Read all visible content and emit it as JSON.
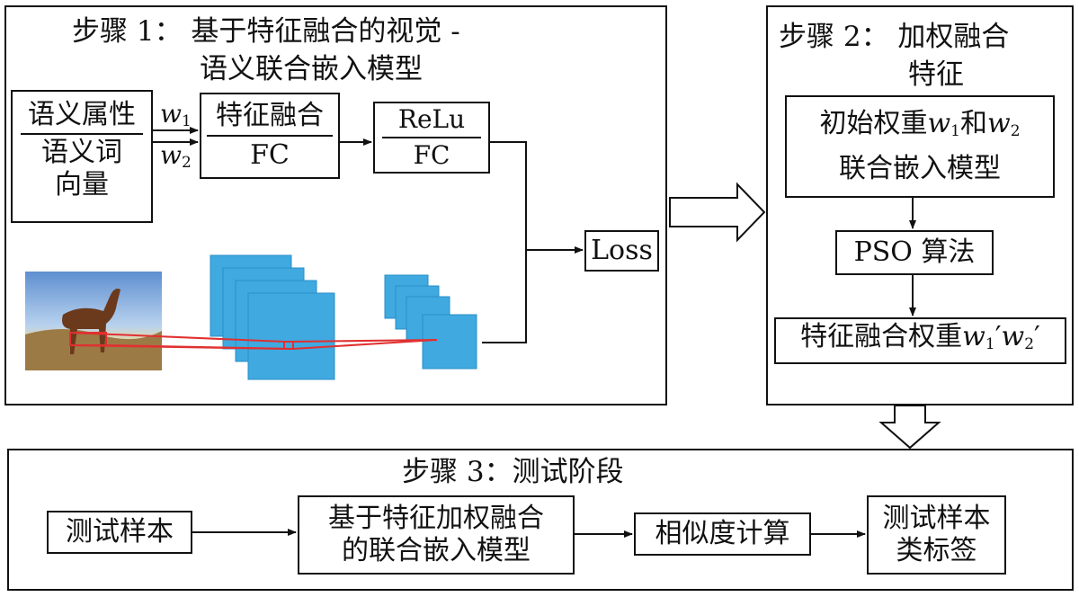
{
  "step1": {
    "title_line1": "步骤 1： 基于特征融合的视觉 -",
    "title_line2": "语义联合嵌入模型",
    "semantic_top": "语义属性",
    "semantic_bottom_1": "语义词",
    "semantic_bottom_2": "向量",
    "w1": "w",
    "w1_sub": "1",
    "w2": "w",
    "w2_sub": "2",
    "fusion_top": "特征融合",
    "fusion_bottom": "FC",
    "relu_top": "ReLu",
    "relu_bottom": "FC",
    "loss": "Loss"
  },
  "step2": {
    "title_line1": "步骤 2： 加权融合",
    "title_line2": "特征",
    "init_line1_a": "初始权重",
    "init_w": "w",
    "init_w_sub1": "1",
    "init_and": "和",
    "init_w2": "w",
    "init_w_sub2": "2",
    "init_line2": "联合嵌入模型",
    "pso": "PSO 算法",
    "final_label": "特征融合权重",
    "final_w1": "w",
    "final_w1_sub": "1",
    "final_w2": "w",
    "final_w2_sub": "2",
    "prime": "′"
  },
  "step3": {
    "title": "步骤 3：测试阶段",
    "sample": "测试样本",
    "model_line1": "基于特征加权融合",
    "model_line2": "的联合嵌入模型",
    "similarity": "相似度计算",
    "label_line1": "测试样本",
    "label_line2": "类标签"
  },
  "colors": {
    "feature_map": "#3fa9e0",
    "feature_map_edge": "#2b8fc8",
    "receptive_field": "#e03030",
    "line": "#111111"
  }
}
